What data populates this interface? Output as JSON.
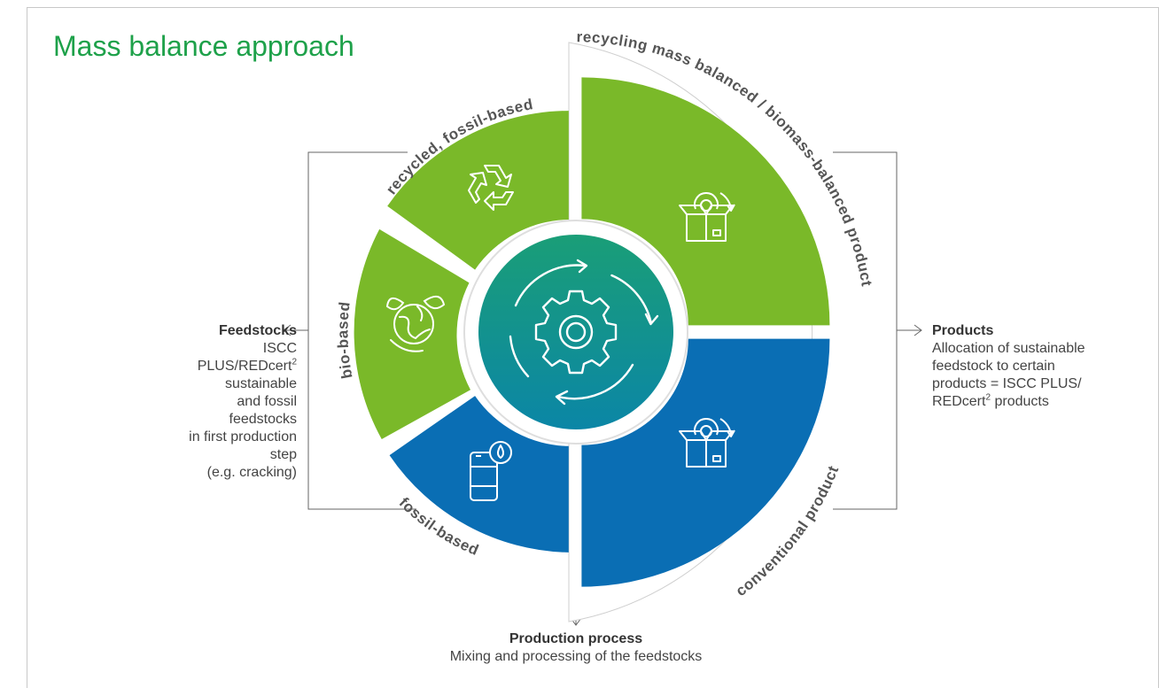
{
  "title": "Mass balance approach",
  "segments": {
    "recycled": "recycled, fossil-based",
    "bio": "bio-based",
    "fossil": "fossil-based",
    "mass_balanced": "recycling mass balanced / biomass-balanced product",
    "conventional": "conventional product"
  },
  "feedstocks": {
    "heading": "Feedstocks",
    "line1_a": "ISCC PLUS/REDcert",
    "line1_sup": "2",
    "line2": "sustainable",
    "line3": "and fossil feedstocks",
    "line4": "in first production step",
    "line5": "(e.g. cracking)"
  },
  "products": {
    "heading": "Products",
    "line1": "Allocation of sustainable",
    "line2": "feedstock to certain",
    "line3": "products = ISCC PLUS/",
    "line4_a": "REDcert",
    "line4_sup": "2",
    "line4_b": " products"
  },
  "production": {
    "heading": "Production process",
    "line1": "Mixing and processing of the feedstocks"
  },
  "icons": [
    "recycle-icon",
    "globe-leaves-icon",
    "oil-barrel-icon",
    "gear-box-icon",
    "gear-box-icon",
    "gear-cycle-icon"
  ],
  "colors": {
    "green": "#7ab929",
    "blue": "#0a6eb4",
    "title_green": "#1ea14a",
    "hub_top": "#1a9e77",
    "hub_bottom": "#0b86a6"
  }
}
